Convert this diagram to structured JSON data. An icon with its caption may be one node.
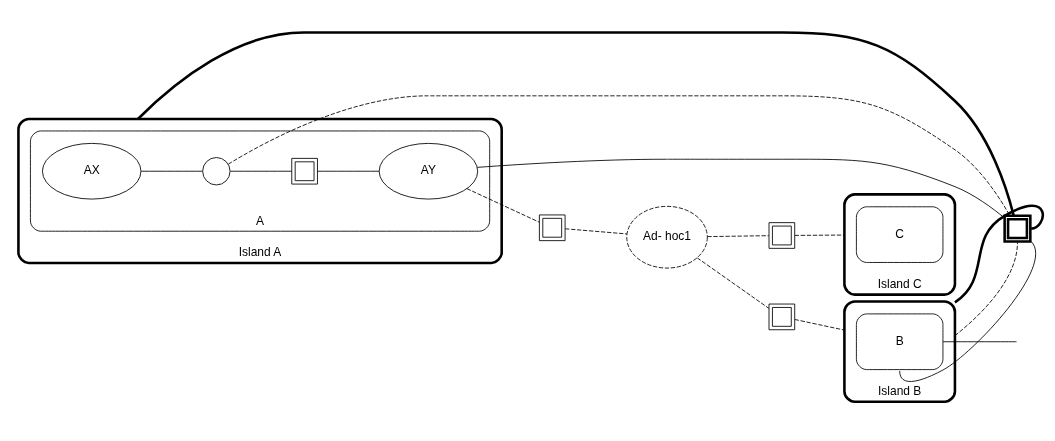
{
  "diagram": {
    "nodes": [
      {
        "text": [
          "Island A"
        ]
      },
      {
        "text": [
          "A"
        ],
        "in": 0
      },
      {
        "text": [
          "AX"
        ],
        "in": 1
      },
      {
        "text": [],
        "shape": "circle",
        "in": 1
      },
      {
        "text": [],
        "shape": "box",
        "in": 1
      },
      {
        "text": [
          "AY"
        ],
        "in": 1
      },
      {
        "text": [],
        "shape": "box"
      },
      {
        "text": [
          "Island B"
        ]
      },
      {
        "text": [
          "B"
        ],
        "in": 7
      },
      {
        "text": [],
        "shape": "box"
      },
      {
        "text": [],
        "shape": "box"
      },
      {
        "text": [
          "Ad- hoc1"
        ]
      },
      {
        "text": [],
        "shape": "box"
      },
      {
        "text": [
          "Island C"
        ]
      },
      {
        "text": [
          "C"
        ],
        "in": 13
      }
    ],
    "edges": [
      {
        "from": 2,
        "to": 3,
        "arrow": "none"
      },
      {
        "from": 3,
        "to": 4,
        "arrow": "none"
      },
      {
        "from": 4,
        "to": 5,
        "arrow": "none"
      },
      {
        "from": 3,
        "to": 6,
        "arrow": "none",
        "style": "dashed"
      },
      {
        "from": 5,
        "to": 6,
        "arrow": "none"
      },
      {
        "from": 0,
        "to": 6,
        "arrow": "none",
        "style": "thick"
      },
      {
        "from": 6,
        "to": 7,
        "arrow": "none",
        "style": "thick"
      },
      {
        "from": 6,
        "to": 8,
        "arrow": "none"
      },
      {
        "from": 6,
        "to": 7,
        "arrow": "none",
        "style": "dashed"
      },
      {
        "from": 8,
        "to": null,
        "arrow": "none"
      },
      {
        "from": 5,
        "to": 9,
        "arrow": "none",
        "style": "dashed"
      },
      {
        "from": 9,
        "to": 11,
        "arrow": "none",
        "style": "dashed"
      },
      {
        "from": 11,
        "to": 10,
        "arrow": "none",
        "style": "dashed"
      },
      {
        "from": 10,
        "to": 7,
        "arrow": "none",
        "style": "dashed"
      },
      {
        "from": 11,
        "to": 12,
        "arrow": "none",
        "style": "dashed"
      },
      {
        "from": 12,
        "to": 13,
        "arrow": "none",
        "style": "dashed"
      }
    ]
  }
}
